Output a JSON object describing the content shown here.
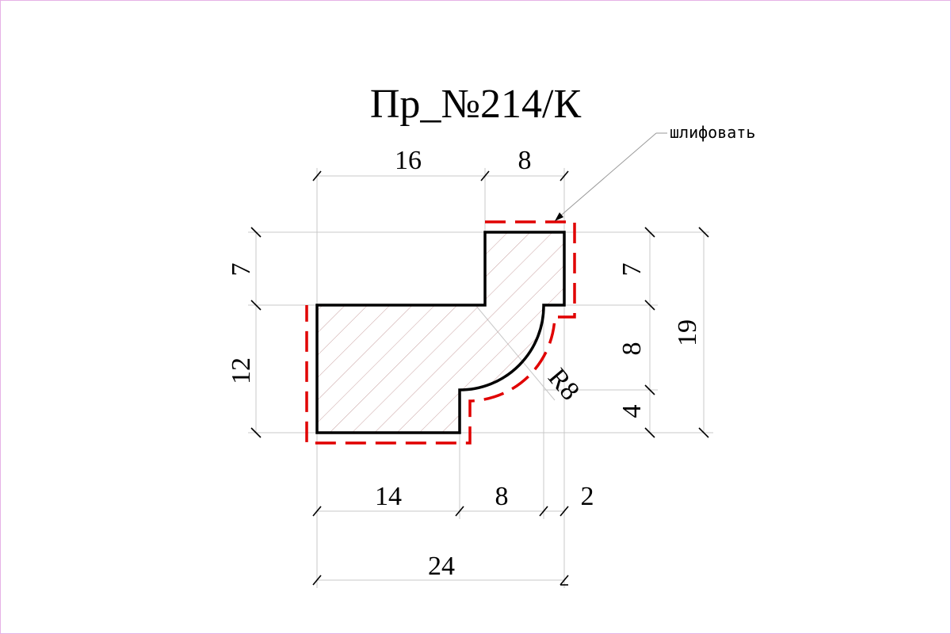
{
  "title": "Пр_№214/К",
  "note": "шлифовать",
  "colors": {
    "background": "#ffffff",
    "border": "#e6b2e6",
    "profile_outline": "#000000",
    "grind_line": "#e00000",
    "dimension_lines": "#c8c8c8",
    "hatch": "#c8a0a0",
    "text": "#000000"
  },
  "dimensions": {
    "top_left": "16",
    "top_right": "8",
    "left_upper": "7",
    "left_lower": "12",
    "right_upper": "7",
    "right_middle": "8",
    "right_lower": "4",
    "right_total": "19",
    "bottom_left": "14",
    "bottom_mid": "8",
    "bottom_right": "2",
    "bottom_total": "24",
    "radius": "R8"
  }
}
